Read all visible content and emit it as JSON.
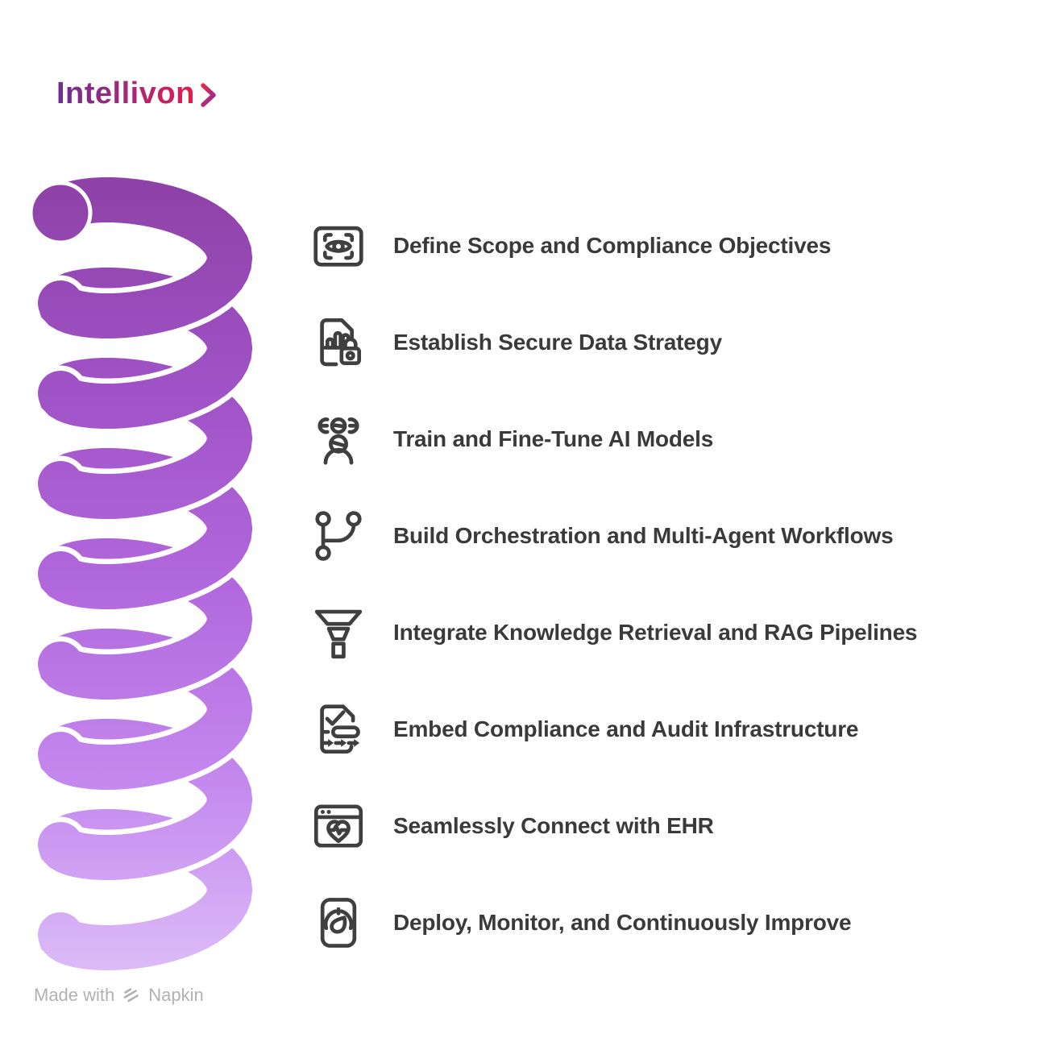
{
  "logo": {
    "text": "Intellivon",
    "chevron": "chevron-right"
  },
  "steps": [
    {
      "icon": "eye-scan-icon",
      "label": "Define Scope and Compliance Objectives"
    },
    {
      "icon": "secure-data-document-icon",
      "label": "Establish Secure Data Strategy"
    },
    {
      "icon": "ai-models-icon",
      "label": "Train and Fine-Tune AI Models"
    },
    {
      "icon": "git-branch-icon",
      "label": "Build Orchestration and Multi-Agent Workflows"
    },
    {
      "icon": "funnel-icon",
      "label": "Integrate Knowledge Retrieval and RAG Pipelines"
    },
    {
      "icon": "audit-checklist-icon",
      "label": "Embed Compliance and Audit Infrastructure"
    },
    {
      "icon": "ehr-window-icon",
      "label": "Seamlessly Connect with EHR"
    },
    {
      "icon": "gauge-icon",
      "label": "Deploy, Monitor, and Continuously Improve"
    }
  ],
  "footer": {
    "made_with": "Made with",
    "brand": "Napkin"
  },
  "colors": {
    "spring_top": "#8e42a8",
    "spring_upper_mid": "#a154c8",
    "spring_mid": "#b269dd",
    "spring_lower_mid": "#c488ee",
    "spring_bottom": "#dcbbf8",
    "icon_color": "#3f3f3f",
    "step_text_color": "#3a3a3a",
    "logo_gradient_start": "#6d2d91",
    "logo_gradient_end": "#e31b4e",
    "footer_color": "#b1b1b4"
  }
}
